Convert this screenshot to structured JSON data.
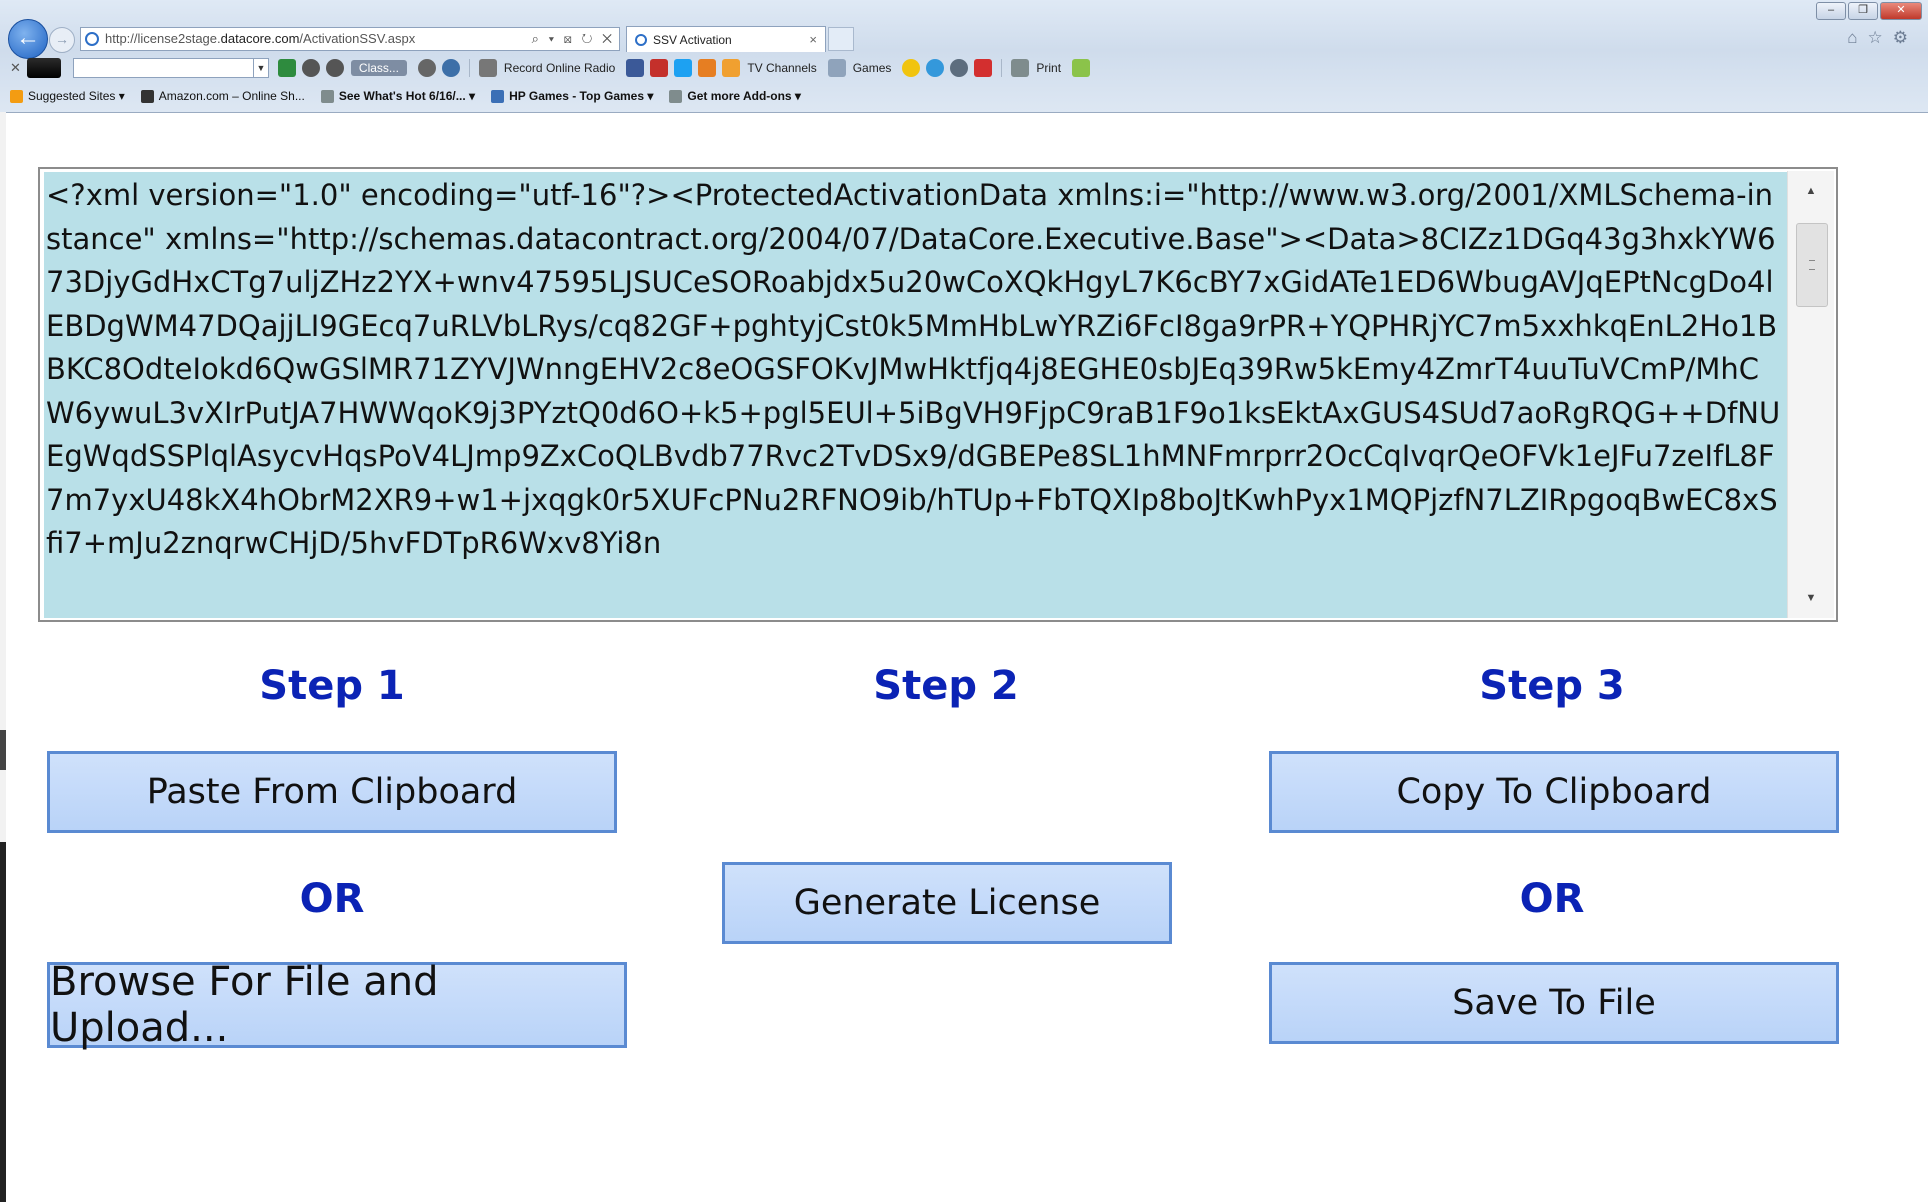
{
  "browser": {
    "url_plain": "http://license2stage.",
    "url_bold": "datacore.com",
    "url_rest": "/ActivationSSV.aspx",
    "address_tools": "⌕ ▾ ⊠ ↻ ✕",
    "tab_title": "SSV Activation",
    "tab_close": "×"
  },
  "toolbar": {
    "close": "✕",
    "classic_label": "Class...",
    "record_radio": "Record Online Radio",
    "tv_channels": "TV Channels",
    "games": "Games",
    "print": "Print"
  },
  "favorites": [
    {
      "label": "Suggested Sites ▾",
      "bold": false,
      "color": "#f39c12"
    },
    {
      "label": "Amazon.com – Online Sh...",
      "bold": false,
      "color": "#333333"
    },
    {
      "label": "See What's Hot 6/16/... ▾",
      "bold": true,
      "color": "#7f8c8d"
    },
    {
      "label": "HP Games - Top Games ▾",
      "bold": true,
      "color": "#3b6fb6"
    },
    {
      "label": "Get more Add-ons ▾",
      "bold": true,
      "color": "#7f8c8d"
    }
  ],
  "xml": "<?xml version=\"1.0\" encoding=\"utf-16\"?><ProtectedActivationData xmlns:i=\"http://www.w3.org/2001/XMLSchema-instance\" xmlns=\"http://schemas.datacontract.org/2004/07/DataCore.Executive.Base\"><Data>8CIZz1DGq43g3hxkYW673DjyGdHxCTg7uljZHz2YX+wnv47595LJSUCeSORoabjdx5u20wCoXQkHgyL7K6cBY7xGidATe1ED6WbugAVJqEPtNcgDo4lEBDgWM47DQajjLI9GEcq7uRLVbLRys/cq82GF+pghtyjCst0k5MmHbLwYRZi6FcI8ga9rPR+YQPHRjYC7m5xxhkqEnL2Ho1BBKC8OdteIokd6QwGSlMR71ZYVJWnngEHV2c8eOGSFOKvJMwHktfjq4j8EGHE0sbJEq39Rw5kEmy4ZmrT4uuTuVCmP/MhCW6ywuL3vXIrPutJA7HWWqoK9j3PYztQ0d6O+k5+pgl5EUl+5iBgVH9FjpC9raB1F9o1ksEktAxGUS4SUd7aoRgRQG++DfNUEgWqdSSPlqlAsycvHqsPoV4LJmp9ZxCoQLBvdb77Rvc2TvDSx9/dGBEPe8SL1hMNFmrprr2OcCqIvqrQeOFVk1eJFu7zeIfL8F7m7yxU48kX4hObrM2XR9+w1+jxqgk0r5XUFcPNu2RFNO9ib/hTUp+FbTQXIp8boJtKwhPyx1MQPjzfN7LZIRpgoqBwEC8xSfi7+mJu2znqrwCHjD/5hvFDTpR6Wxv8Yi8n",
  "steps": {
    "step1": "Step 1",
    "step2": "Step 2",
    "step3": "Step 3",
    "or_left": "OR",
    "or_right": "OR"
  },
  "buttons": {
    "paste": "Paste From Clipboard",
    "browse": "Browse For File and Upload...",
    "generate": "Generate License",
    "copy": "Copy To Clipboard",
    "save": "Save To File"
  }
}
